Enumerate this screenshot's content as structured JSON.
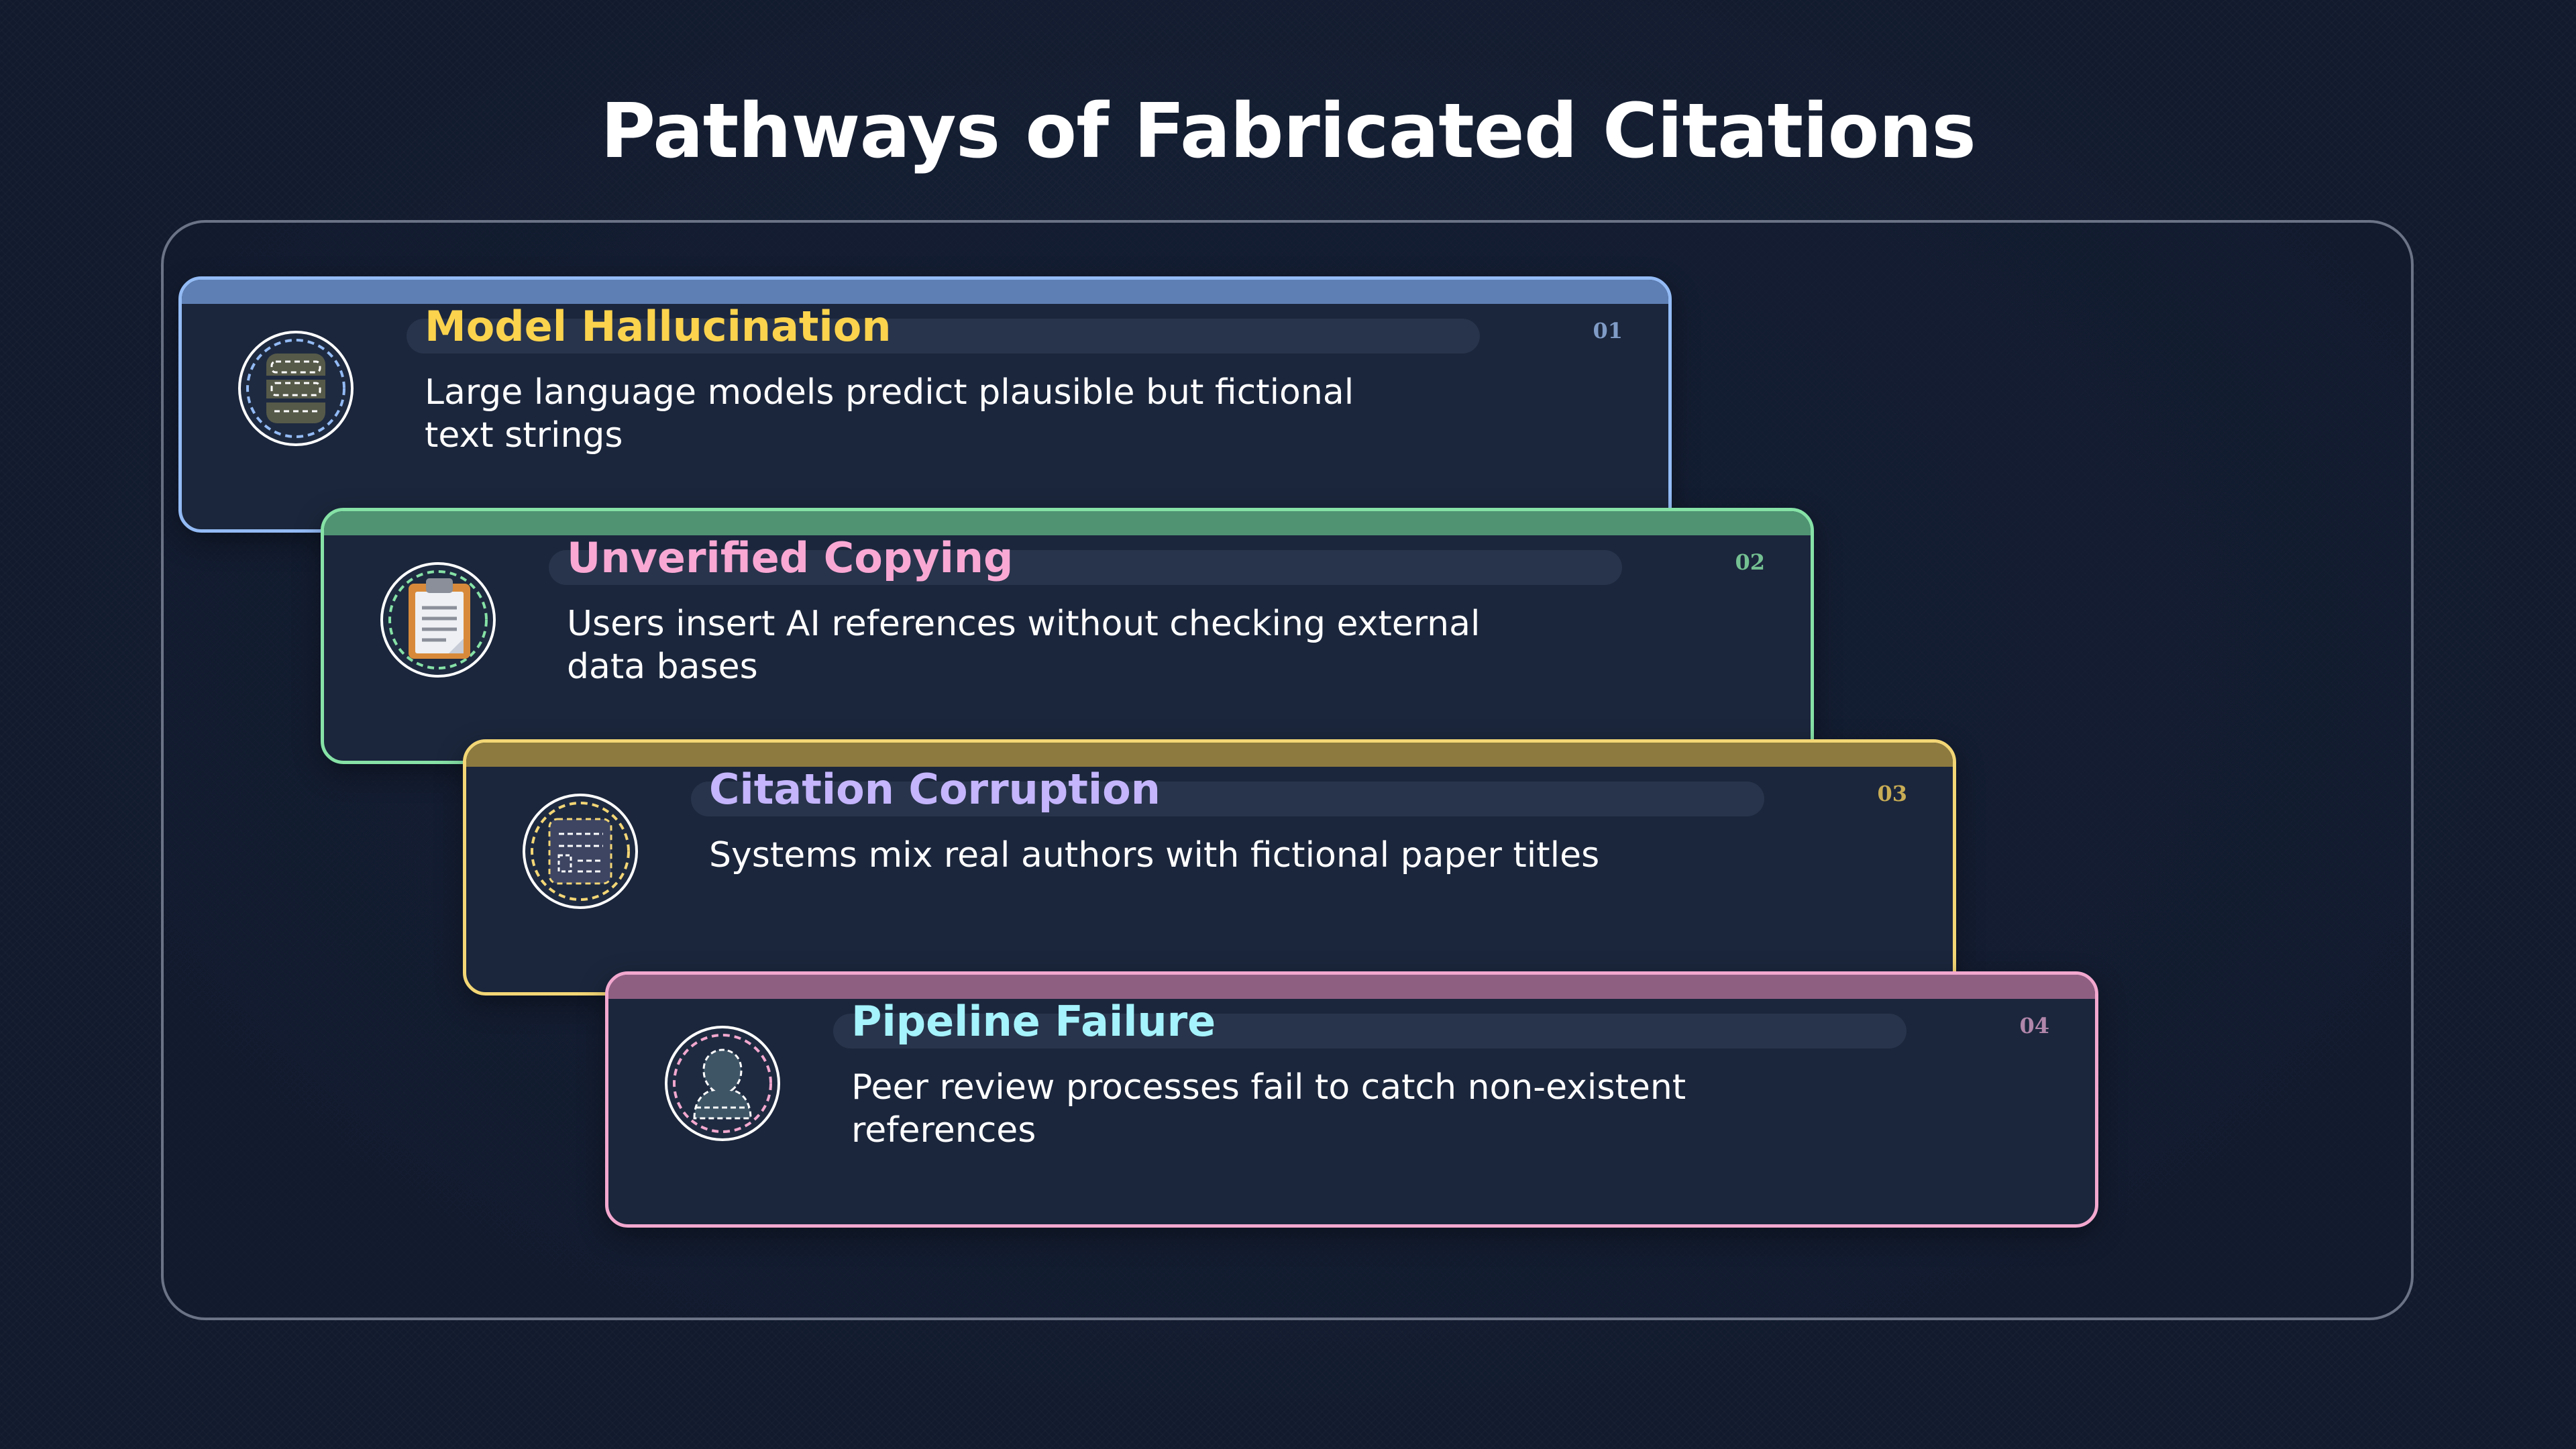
{
  "title": "Pathways of Fabricated Citations",
  "steps": [
    {
      "number": "01",
      "title": "Model Hallucination",
      "description": "Large language models predict plausible but fictional text strings",
      "icon": "database-icon",
      "accent": "#93bbf5",
      "title_color": "#fcd34d"
    },
    {
      "number": "02",
      "title": "Unverified Copying",
      "description": "Users insert AI references without checking external data bases",
      "icon": "clipboard-icon",
      "accent": "#86e2a6",
      "title_color": "#f9a8d4"
    },
    {
      "number": "03",
      "title": "Citation Corruption",
      "description": "Systems mix real authors with fictional paper titles",
      "icon": "document-list-icon",
      "accent": "#f3d675",
      "title_color": "#c4b5fd"
    },
    {
      "number": "04",
      "title": "Pipeline Failure",
      "description": "Peer review processes fail to catch non-existent references",
      "icon": "reviewer-person-icon",
      "accent": "#f3a8cf",
      "title_color": "#a5f3fc"
    }
  ]
}
